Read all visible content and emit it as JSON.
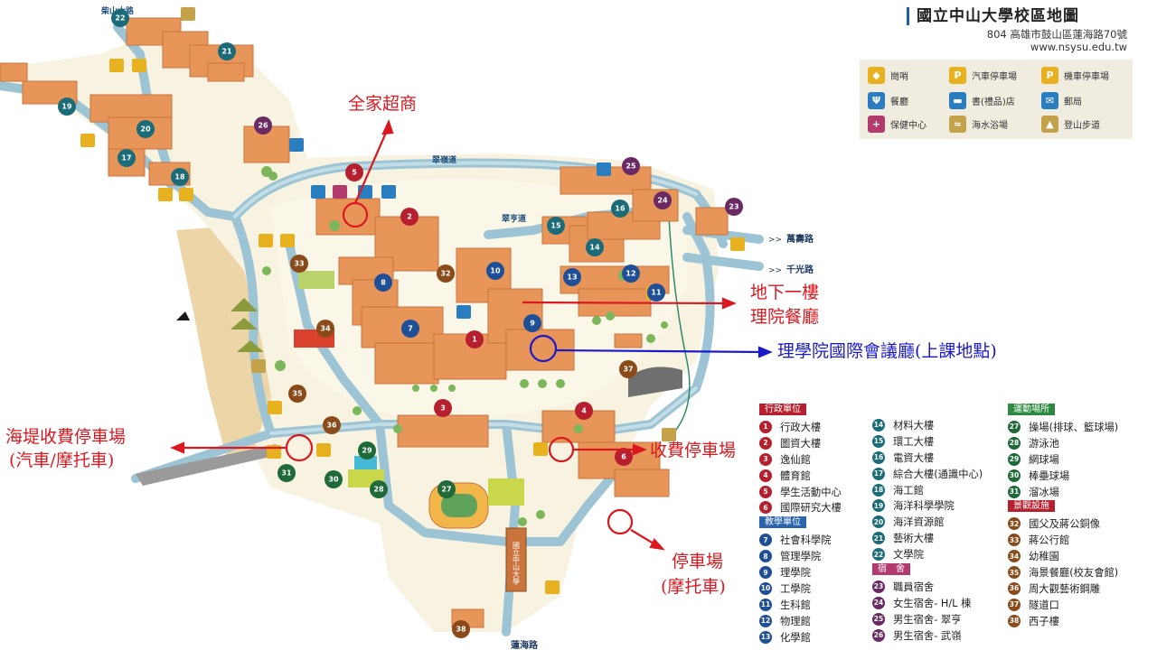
{
  "title": "國立中山大學校區地圖",
  "address": "804 高雄市鼓山區蓮海路70號",
  "website": "www.nsysu.edu.tw",
  "legend": [
    {
      "icon": "guard-post-icon",
      "label": "崗哨"
    },
    {
      "icon": "car-parking-icon",
      "label": "汽車停車場"
    },
    {
      "icon": "scooter-parking-icon",
      "label": "機車停車場"
    },
    {
      "icon": "restaurant-icon",
      "label": "餐廳"
    },
    {
      "icon": "bookstore-icon",
      "label": "書(禮品)店"
    },
    {
      "icon": "post-office-icon",
      "label": "郵局"
    },
    {
      "icon": "health-center-icon",
      "label": "保健中心"
    },
    {
      "icon": "beach-icon",
      "label": "海水浴場"
    },
    {
      "icon": "hiking-trail-icon",
      "label": "登山步道"
    }
  ],
  "roads": {
    "chaishan": "柴山大路",
    "cuiling": "翠嶺道",
    "cuiheng": "翠亨道",
    "wanshou": "萬壽路",
    "qianguang": "千光路",
    "lianhai": "蓮海路"
  },
  "annotations": {
    "familymart": "全家超商",
    "basement_1": "地下一樓",
    "basement_2": "理院餐廳",
    "lecture": "理學院國際會議廳(上課地點)",
    "seawall_1": "海堤收費停車場",
    "seawall_2": "(汽車/摩托車)",
    "toll_parking": "收費停車場",
    "moto_1": "停車場",
    "moto_2": "(摩托車)"
  },
  "gate_sign": "國立中山大學",
  "directory": {
    "col1": [
      {
        "section": "行政單位",
        "color": "red"
      },
      {
        "n": "1",
        "name": "行政大樓",
        "c": "red"
      },
      {
        "n": "2",
        "name": "圖資大樓",
        "c": "red"
      },
      {
        "n": "3",
        "name": "逸仙館",
        "c": "red"
      },
      {
        "n": "4",
        "name": "體育館",
        "c": "red"
      },
      {
        "n": "5",
        "name": "學生活動中心",
        "c": "red"
      },
      {
        "n": "6",
        "name": "國際研究大樓",
        "c": "red"
      },
      {
        "section": "教學單位",
        "color": "blue"
      },
      {
        "n": "7",
        "name": "社會科學院",
        "c": "blu"
      },
      {
        "n": "8",
        "name": "管理學院",
        "c": "blu"
      },
      {
        "n": "9",
        "name": "理學院",
        "c": "blu"
      },
      {
        "n": "10",
        "name": "工學院",
        "c": "blu"
      },
      {
        "n": "11",
        "name": "生科館",
        "c": "blu"
      },
      {
        "n": "12",
        "name": "物理館",
        "c": "blu"
      },
      {
        "n": "13",
        "name": "化學館",
        "c": "blu"
      }
    ],
    "col2": [
      {
        "n": "14",
        "name": "材料大樓",
        "c": "tea"
      },
      {
        "n": "15",
        "name": "環工大樓",
        "c": "tea"
      },
      {
        "n": "16",
        "name": "電資大樓",
        "c": "tea"
      },
      {
        "n": "17",
        "name": "綜合大樓(通識中心)",
        "c": "tea"
      },
      {
        "n": "18",
        "name": "海工館",
        "c": "tea"
      },
      {
        "n": "19",
        "name": "海洋科學學院",
        "c": "tea"
      },
      {
        "n": "20",
        "name": "海洋資源館",
        "c": "tea"
      },
      {
        "n": "21",
        "name": "藝術大樓",
        "c": "tea"
      },
      {
        "n": "22",
        "name": "文學院",
        "c": "tea"
      },
      {
        "section": "宿　舍",
        "color": "magenta"
      },
      {
        "n": "23",
        "name": "職員宿舍",
        "c": "mag"
      },
      {
        "n": "24",
        "name": "女生宿舍- H/L 棟",
        "c": "mag"
      },
      {
        "n": "25",
        "name": "男生宿舍- 翠亨",
        "c": "mag"
      },
      {
        "n": "26",
        "name": "男生宿舍- 武嶺",
        "c": "mag"
      }
    ],
    "col3": [
      {
        "section": "運動場所",
        "color": "green"
      },
      {
        "n": "27",
        "name": "操場(排球、籃球場)",
        "c": "grn"
      },
      {
        "n": "28",
        "name": "游泳池",
        "c": "grn"
      },
      {
        "n": "29",
        "name": "網球場",
        "c": "grn"
      },
      {
        "n": "30",
        "name": "棒壘球場",
        "c": "grn"
      },
      {
        "n": "31",
        "name": "溜冰場",
        "c": "grn"
      },
      {
        "section": "景觀設施",
        "color": "brown"
      },
      {
        "n": "32",
        "name": "國父及蔣公銅像",
        "c": "brn"
      },
      {
        "n": "33",
        "name": "蔣公行館",
        "c": "brn"
      },
      {
        "n": "34",
        "name": "幼稚園",
        "c": "brn"
      },
      {
        "n": "35",
        "name": "海景餐廳(校友會館)",
        "c": "brn"
      },
      {
        "n": "36",
        "name": "周大觀藝術鋼雕",
        "c": "brn"
      },
      {
        "n": "37",
        "name": "隧道口",
        "c": "brn"
      },
      {
        "n": "38",
        "name": "西子樓",
        "c": "brn"
      }
    ]
  },
  "colors": {
    "accent_red": "#d9181f",
    "accent_blue": "#1a1ac8",
    "road": "#9cc4d4",
    "campus": "#f8f3e1",
    "building": "#e8955a",
    "sand": "#ecd5a7"
  }
}
